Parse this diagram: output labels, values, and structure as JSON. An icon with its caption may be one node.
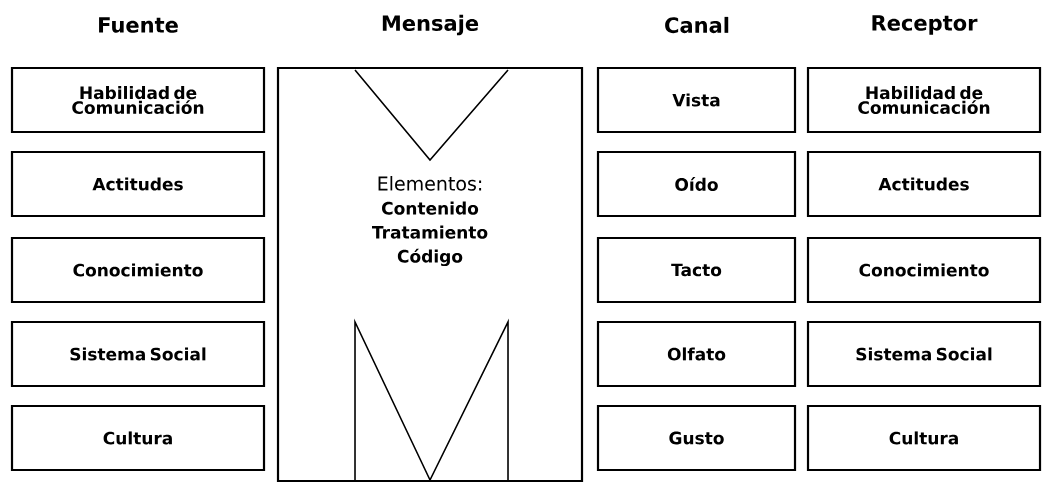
{
  "diagram": {
    "nodes": [
      {
        "text": [
          "Habilidad de Comunicación"
        ]
      },
      {
        "text": [
          "Actitudes"
        ]
      },
      {
        "text": [
          "Conocimiento"
        ]
      },
      {
        "text": [
          "Sistema Social"
        ]
      },
      {
        "text": [
          "Cultura"
        ]
      },
      {
        "text": [
          "Elementos:",
          "Contenido Tratamiento Código"
        ]
      },
      {
        "text": [
          "Vista"
        ]
      },
      {
        "text": [
          "Oído"
        ]
      },
      {
        "text": [
          "Tacto"
        ]
      },
      {
        "text": [
          "Olfato"
        ]
      },
      {
        "text": [
          "Gusto"
        ]
      },
      {
        "text": [
          "Habilidad de Comunicación"
        ]
      },
      {
        "text": [
          "Actitudes"
        ]
      },
      {
        "text": [
          "Conocimiento"
        ]
      },
      {
        "text": [
          "Sistema Social"
        ]
      },
      {
        "text": [
          "Cultura"
        ]
      }
    ],
    "labels": [
      "Fuente",
      "Mensaje",
      "Canal",
      "Receptor"
    ]
  }
}
